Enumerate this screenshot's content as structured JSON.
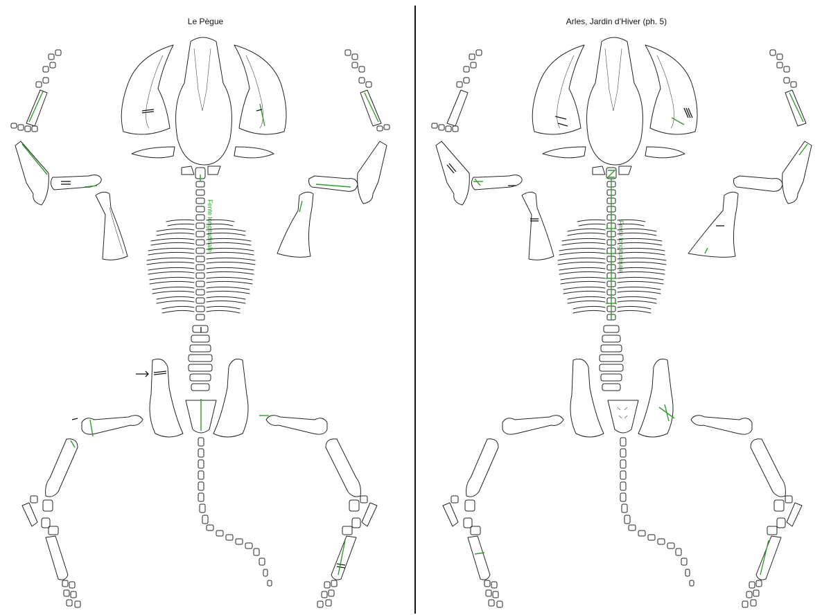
{
  "panels": [
    {
      "title": "Le Pègue",
      "vertebral_label": "Fente longitudinale"
    },
    {
      "title": "Arles, Jardin d’Hiver (ph. 5)",
      "vertebral_label": "Fente longitudinale"
    }
  ],
  "legend_colors": {
    "cut_marks": "#111111",
    "fracture_lines": "#2e9b2e"
  }
}
